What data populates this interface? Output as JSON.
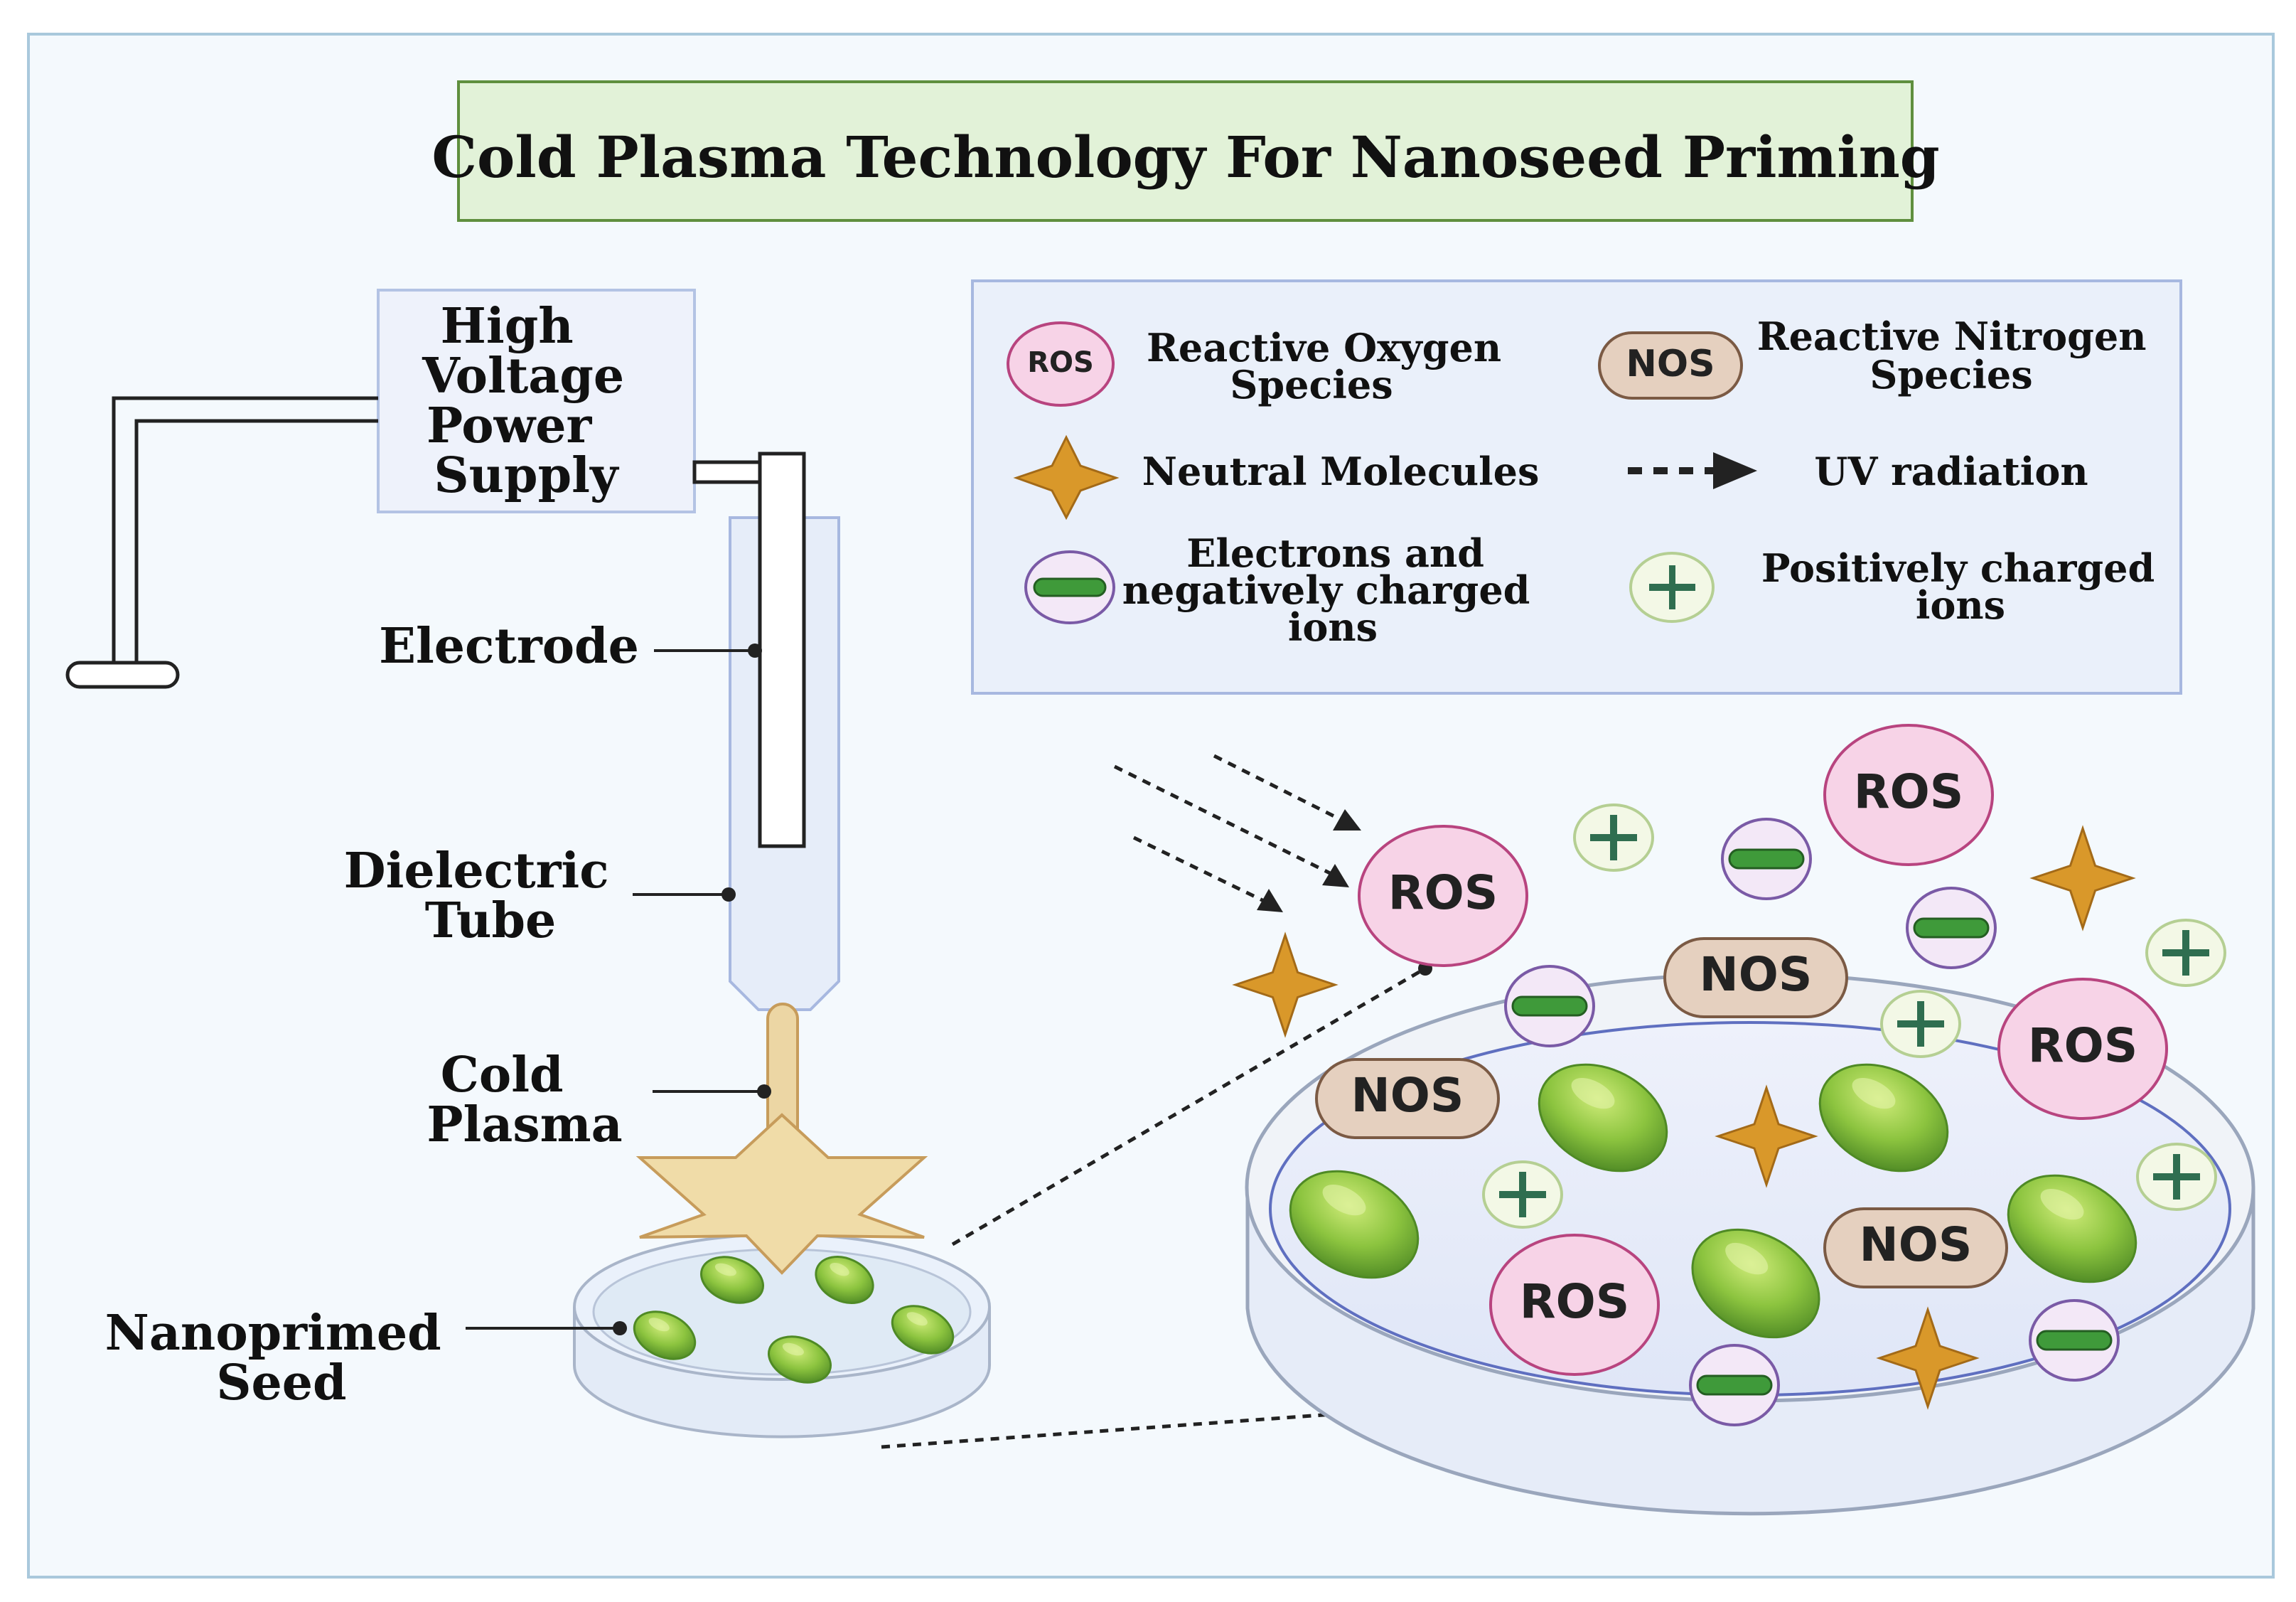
{
  "title": "Cold Plasma Technology For Nanoseed Priming",
  "power_supply": {
    "lines": [
      "High",
      "Voltage",
      "Power",
      "Supply"
    ]
  },
  "labels": {
    "electrode": [
      "Electrode"
    ],
    "dielectric": [
      "Dielectric",
      "Tube"
    ],
    "cold_plasma": [
      "Cold",
      "Plasma"
    ],
    "seed": [
      "Nanoprimed",
      "Seed"
    ]
  },
  "legend": {
    "ros_badge": "ROS",
    "ros_label": [
      "Reactive Oxygen",
      "Species"
    ],
    "nos_badge": "NOS",
    "nos_label": [
      "Reactive Nitrogen",
      "Species"
    ],
    "neutral_label": [
      "Neutral Molecules"
    ],
    "uv_label": [
      "UV radiation"
    ],
    "electron_label": [
      "Electrons and",
      "negatively charged",
      "ions"
    ],
    "positive_label": [
      "Positively charged",
      "ions"
    ]
  },
  "species_text": {
    "ros": "ROS",
    "nos": "NOS"
  },
  "icons": [
    "ros-icon",
    "nos-icon",
    "neutral-molecule-icon",
    "uv-arrow-icon",
    "electron-icon",
    "positive-ion-icon",
    "seed-icon",
    "petri-dish-icon"
  ],
  "colors": {
    "background": "#f4f9fd",
    "border": "#a9c8dc",
    "title_bg": "#e2f2d8",
    "title_border": "#5f8f3e",
    "ros_fill": "#f7d3e7",
    "ros_stroke": "#b8447f",
    "nos_fill": "#e5d0bf",
    "nos_stroke": "#7b5a44",
    "star": "#d9982a",
    "electron_stroke": "#7a5aa6",
    "electron_bar": "#3f9a3a",
    "plus": "#2f6e50",
    "seed": "#8cc43f"
  }
}
